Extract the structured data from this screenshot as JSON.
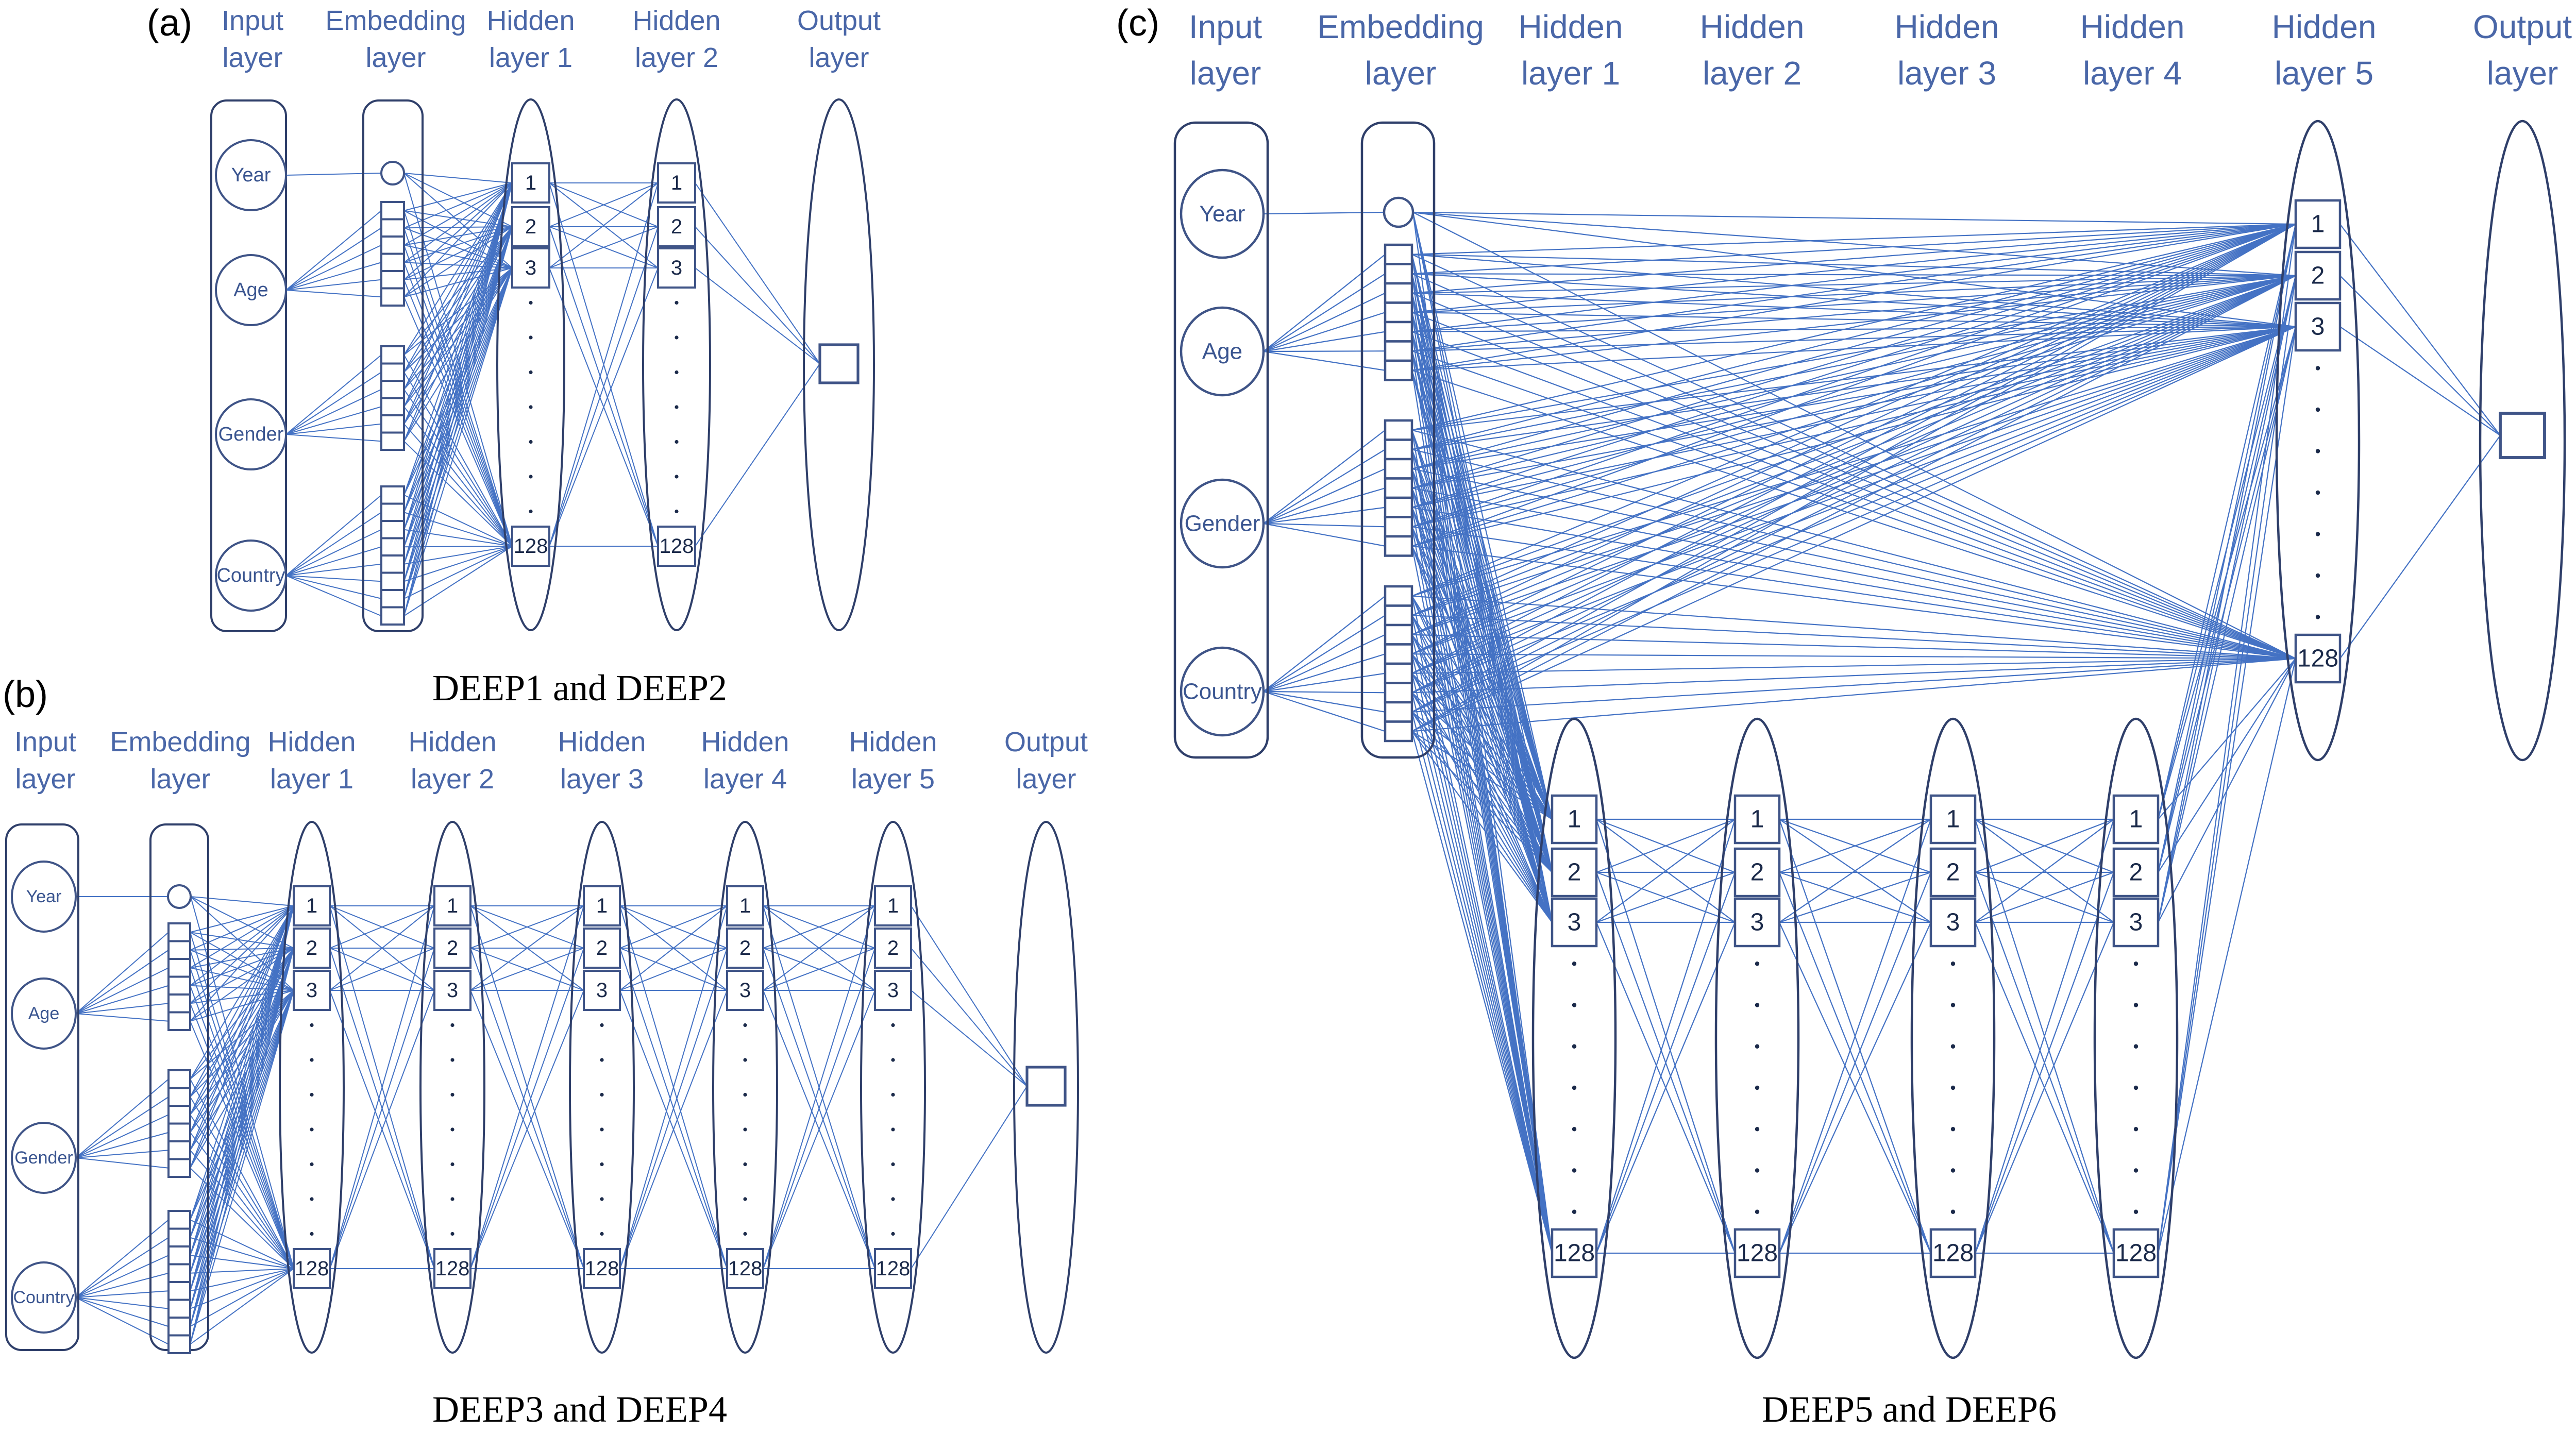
{
  "panels": [
    {
      "id": "a",
      "label": "(a)",
      "caption": "DEEP1 and DEEP2",
      "headers": [
        [
          "Input",
          "layer"
        ],
        [
          "Embedding",
          "layer"
        ],
        [
          "Hidden",
          "layer 1"
        ],
        [
          "Hidden",
          "layer 2"
        ],
        [
          "Output",
          "layer"
        ]
      ],
      "inputs": [
        "Year",
        "Age",
        "Gender",
        "Country"
      ],
      "hidden_count": 2,
      "neuron_labels": [
        "1",
        "2",
        "3",
        "128"
      ]
    },
    {
      "id": "b",
      "label": "(b)",
      "caption": "DEEP3 and DEEP4",
      "headers": [
        [
          "Input",
          "layer"
        ],
        [
          "Embedding",
          "layer"
        ],
        [
          "Hidden",
          "layer 1"
        ],
        [
          "Hidden",
          "layer 2"
        ],
        [
          "Hidden",
          "layer 3"
        ],
        [
          "Hidden",
          "layer 4"
        ],
        [
          "Hidden",
          "layer 5"
        ],
        [
          "Output",
          "layer"
        ]
      ],
      "inputs": [
        "Year",
        "Age",
        "Gender",
        "Country"
      ],
      "hidden_count": 5,
      "neuron_labels": [
        "1",
        "2",
        "3",
        "128"
      ]
    },
    {
      "id": "c",
      "label": "(c)",
      "caption": "DEEP5 and DEEP6",
      "headers": [
        [
          "Input",
          "layer"
        ],
        [
          "Embedding",
          "layer"
        ],
        [
          "Hidden",
          "layer 1"
        ],
        [
          "Hidden",
          "layer 2"
        ],
        [
          "Hidden",
          "layer 3"
        ],
        [
          "Hidden",
          "layer 4"
        ],
        [
          "Hidden",
          "layer 5"
        ],
        [
          "Output",
          "layer"
        ]
      ],
      "inputs": [
        "Year",
        "Age",
        "Gender",
        "Country"
      ],
      "hidden_count": 5,
      "neuron_labels": [
        "1",
        "2",
        "3",
        "128"
      ]
    }
  ]
}
